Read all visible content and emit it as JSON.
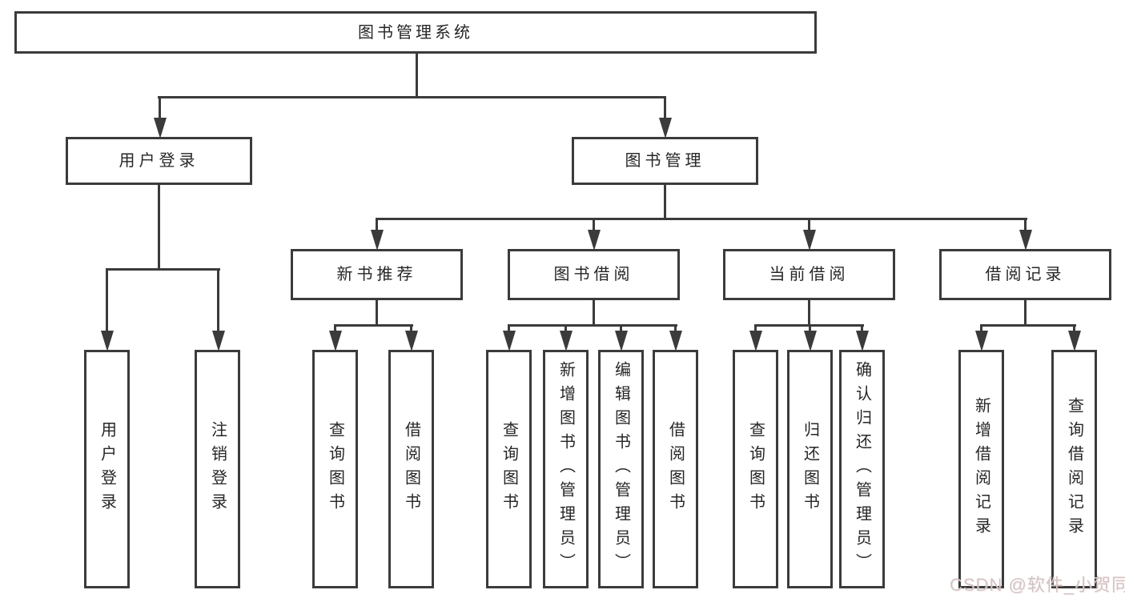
{
  "title": "图书管理系统",
  "branches": {
    "user": {
      "label": "用户登录",
      "children": [
        "用户登录",
        "注销登录"
      ]
    },
    "book": {
      "label": "图书管理"
    }
  },
  "modules": [
    {
      "label": "新书推荐",
      "children": [
        "查询图书",
        "借阅图书"
      ]
    },
    {
      "label": "图书借阅",
      "children": [
        "查询图书",
        "新增图书（管理员）",
        "编辑图书（管理员）",
        "借阅图书"
      ]
    },
    {
      "label": "当前借阅",
      "children": [
        "查询图书",
        "归还图书",
        "确认归还（管理员）"
      ]
    },
    {
      "label": "借阅记录",
      "children": [
        "新增借阅记录",
        "查询借阅记录"
      ]
    }
  ],
  "watermark": "CSDN @软件_小贺同学",
  "colors": {
    "background": "#ffffff",
    "line": "#3b3b3b",
    "text": "#262626",
    "box_fill": "#ffffff",
    "watermark": "#d2c4c4"
  }
}
